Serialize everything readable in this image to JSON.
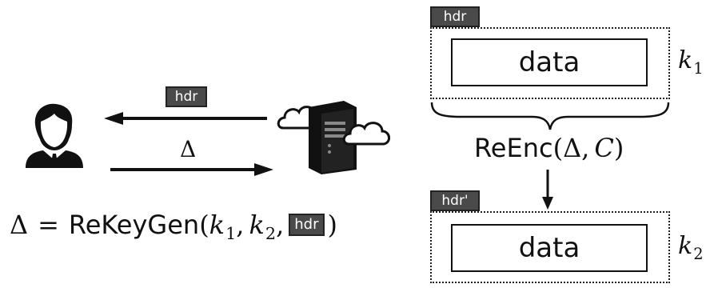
{
  "left": {
    "top_arrow_tag": "hdr",
    "bottom_arrow_label": "Δ",
    "formula": {
      "lhs": "Δ",
      "equals": "=",
      "func": "ReKeyGen",
      "open": "(",
      "arg1_var": "k",
      "arg1_sub": "1",
      "comma1": ",",
      "arg2_var": "k",
      "arg2_sub": "2",
      "comma2": ",",
      "arg3_tag": "hdr",
      "close": ")"
    }
  },
  "right": {
    "top_tag": "hdr",
    "top_data": "data",
    "top_key_var": "k",
    "top_key_sub": "1",
    "reenc": {
      "func": "ReEnc",
      "open": "(",
      "arg1": "Δ",
      "comma": ",",
      "arg2": "C",
      "close": ")"
    },
    "bottom_tag": "hdr'",
    "bottom_data": "data",
    "bottom_key_var": "k",
    "bottom_key_sub": "2"
  }
}
